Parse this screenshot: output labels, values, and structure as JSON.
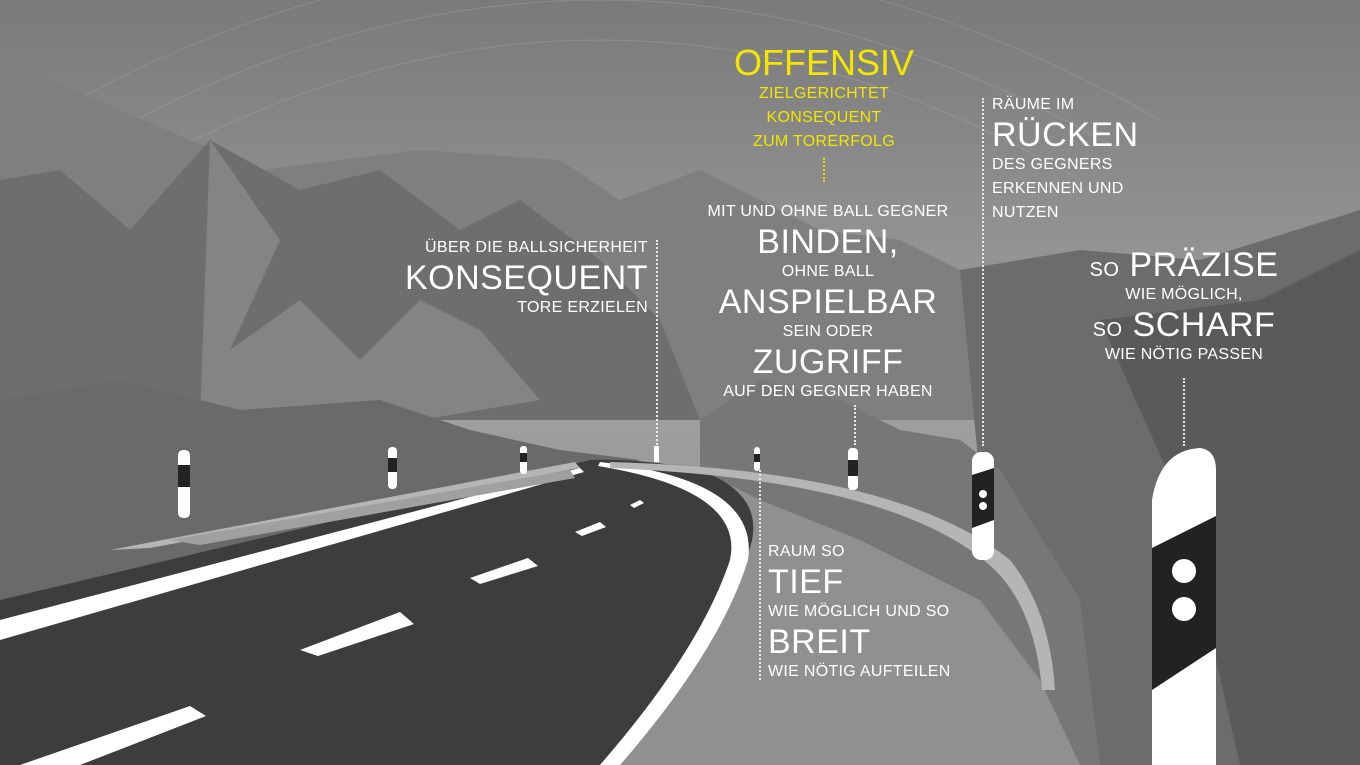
{
  "colors": {
    "accent": "#f3e600",
    "text": "#ffffff",
    "road": "#3e3e3e"
  },
  "offensiv": {
    "title": "OFFENSIV",
    "lines": [
      "ZIELGERICHTET",
      "KONSEQUENT",
      "ZUM TORERFOLG"
    ]
  },
  "konsequent": {
    "pre": "ÜBER DIE BALLSICHERHEIT",
    "key": "KONSEQUENT",
    "post": "TORE ERZIELEN"
  },
  "binden": {
    "l1": "MIT UND OHNE BALL GEGNER",
    "k1": "BINDEN,",
    "l2": "OHNE BALL",
    "k2": "ANSPIELBAR",
    "l3": "SEIN ODER",
    "k3": "ZUGRIFF",
    "l4": "AUF DEN GEGNER HABEN"
  },
  "ruecken": {
    "pre": "RÄUME IM",
    "key": "RÜCKEN",
    "lines": [
      "DES GEGNERS",
      "ERKENNEN UND",
      "NUTZEN"
    ]
  },
  "praezise": {
    "so1": "SO",
    "k1": "PRÄZISE",
    "l1": "WIE MÖGLICH,",
    "so2": "SO",
    "k2": "SCHARF",
    "l2": "WIE NÖTIG PASSEN"
  },
  "raum": {
    "pre": "RAUM SO",
    "k1": "TIEF",
    "l1": "WIE MÖGLICH UND SO",
    "k2": "BREIT",
    "l2": "WIE NÖTIG AUFTEILEN"
  }
}
